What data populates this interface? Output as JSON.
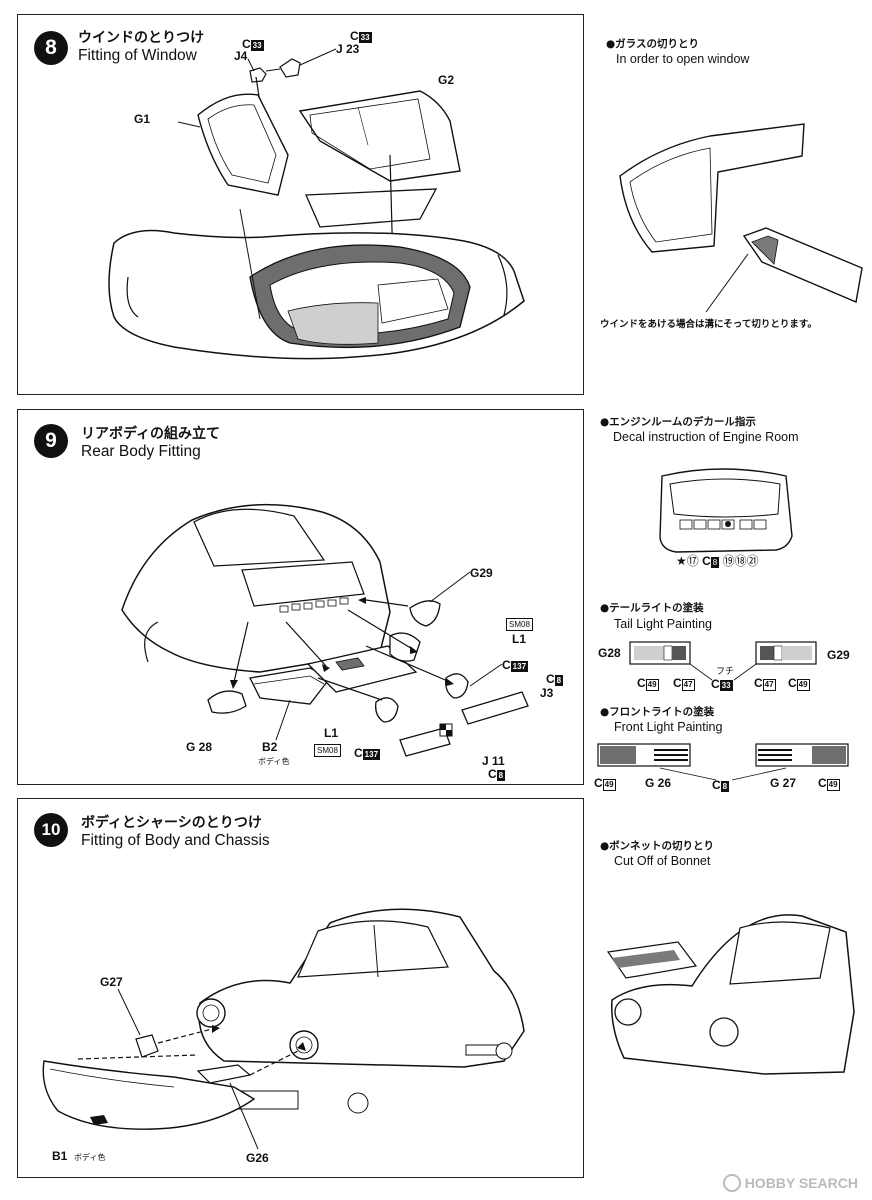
{
  "steps": [
    {
      "number": "8",
      "title_jp": "ウインドのとりつけ",
      "title_en": "Fitting of Window"
    },
    {
      "number": "9",
      "title_jp": "リアボディの組み立て",
      "title_en": "Rear Body Fitting"
    },
    {
      "number": "10",
      "title_jp": "ボディとシャーシのとりつけ",
      "title_en": "Fitting of Body and Chassis"
    }
  ],
  "step8_labels": {
    "c33a_c": "C",
    "c33a_n": "33",
    "j4": "J4",
    "c33b_c": "C",
    "c33b_n": "33",
    "j23": "J 23",
    "g1": "G1",
    "g2": "G2"
  },
  "step9_labels": {
    "g29": "G29",
    "sm08a": "SM08",
    "l1a": "L1",
    "c137a_c": "C",
    "c137a_n": "137",
    "c8a_c": "C",
    "c8a_n": "8",
    "j3": "J3",
    "g28": "G 28",
    "b2": "B2",
    "b2_sub": "ボディ色",
    "l1b": "L1",
    "sm08b": "SM08",
    "c137b_c": "C",
    "c137b_n": "137",
    "j11": "J 11",
    "c8b_c": "C",
    "c8b_n": "8"
  },
  "step10_labels": {
    "g27": "G27",
    "b1": "B1",
    "b1_sub": "ボディ色",
    "g26": "G26"
  },
  "side_notes": {
    "glass_jp": "●ガラスの切りとり",
    "glass_en": "In order to open window",
    "glass_caption": "ウインドをあける場合は溝にそって切りとります。",
    "engine_jp": "●エンジンルームのデカール指示",
    "engine_en": "Decal instruction of Engine Room",
    "engine_decals": [
      "★",
      "⑰",
      "C",
      "8",
      "⑲",
      "⑱",
      "㉑"
    ],
    "tail_jp": "●テールライトの塗装",
    "tail_en": "Tail Light Painting",
    "tail_labels": {
      "g28": "G28",
      "g29": "G29",
      "c49a": "49",
      "c47a": "47",
      "fuchi": "フチ",
      "c33": "33",
      "c47b": "47",
      "c49b": "49",
      "c": "C"
    },
    "front_jp": "●フロントライトの塗装",
    "front_en": "Front Light Painting",
    "front_labels": {
      "c49a": "49",
      "g26": "G 26",
      "c8": "8",
      "g27": "G 27",
      "c49b": "49",
      "c": "C"
    },
    "bonnet_jp": "●ボンネットの切りとり",
    "bonnet_en": "Cut Off of Bonnet"
  },
  "watermark": "HOBBY SEARCH",
  "colors": {
    "ink": "#111111",
    "grey": "#7a7a7a",
    "light_grey": "#cfcfcf"
  }
}
